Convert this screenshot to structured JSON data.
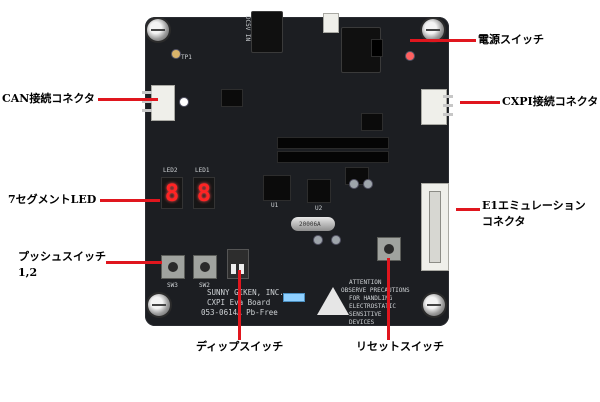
{
  "labels": {
    "can": "CAN接続コネクタ",
    "segment": "7セグメントLED",
    "push_1": "プッシュスイッチ",
    "push_2": "1,2",
    "power": "電源スイッチ",
    "cxpi": "CXPI接続コネクタ",
    "e1_1": "E1エミュレーション",
    "e1_2": "コネクタ",
    "dip": "ディップスイッチ",
    "reset": "リセットスイッチ"
  },
  "board": {
    "seg_digit_1": "8",
    "seg_digit_2": "8",
    "crystal_text": "20006A",
    "maker_line_1": "SUNNY GIKEN, INC.",
    "maker_line_2": "CXPI Eva Board",
    "maker_line_3": "053-0614A  Pb-Free",
    "attention_1": "ATTENTION",
    "attention_2": "OBSERVE PRECAUTIONS",
    "attention_3": "FOR HANDLING",
    "attention_4": "ELECTROSTATIC",
    "attention_5": "SENSITIVE",
    "attention_6": "DEVICES",
    "sw3": "SW3",
    "sw2": "SW2",
    "tp1": "TP1",
    "led1": "LED1",
    "led2": "LED2",
    "dc5v": "DC5V IN",
    "u1": "U1",
    "u2": "U2"
  },
  "colors": {
    "board": "#1c1e22",
    "callout_line": "#e0161e",
    "segment": "#ff2424"
  }
}
